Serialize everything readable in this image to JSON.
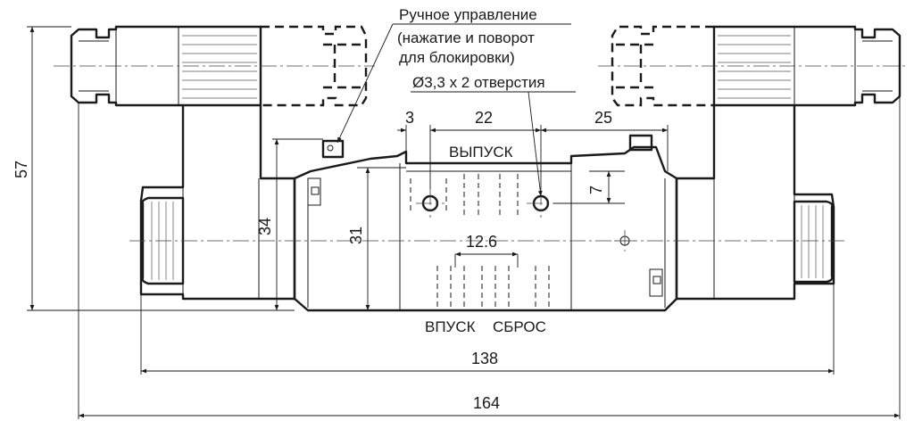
{
  "annotations": {
    "manual_override_line1": "Ручное управление",
    "manual_override_line2": "(нажатие и поворот",
    "manual_override_line3": "для блокировки)",
    "mounting_holes": "Ø3,3 x 2 отверстия",
    "port_outlet": "ВЫПУСК",
    "port_inlet": "ВПУСК",
    "port_exhaust": "СБРОС"
  },
  "dimensions": {
    "overall_length": "164",
    "body_length": "138",
    "overall_height": "57",
    "height_34": "34",
    "height_31": "31",
    "offset_3": "3",
    "spacing_22": "22",
    "spacing_25": "25",
    "offset_7": "7",
    "port_spacing": "12.6"
  }
}
